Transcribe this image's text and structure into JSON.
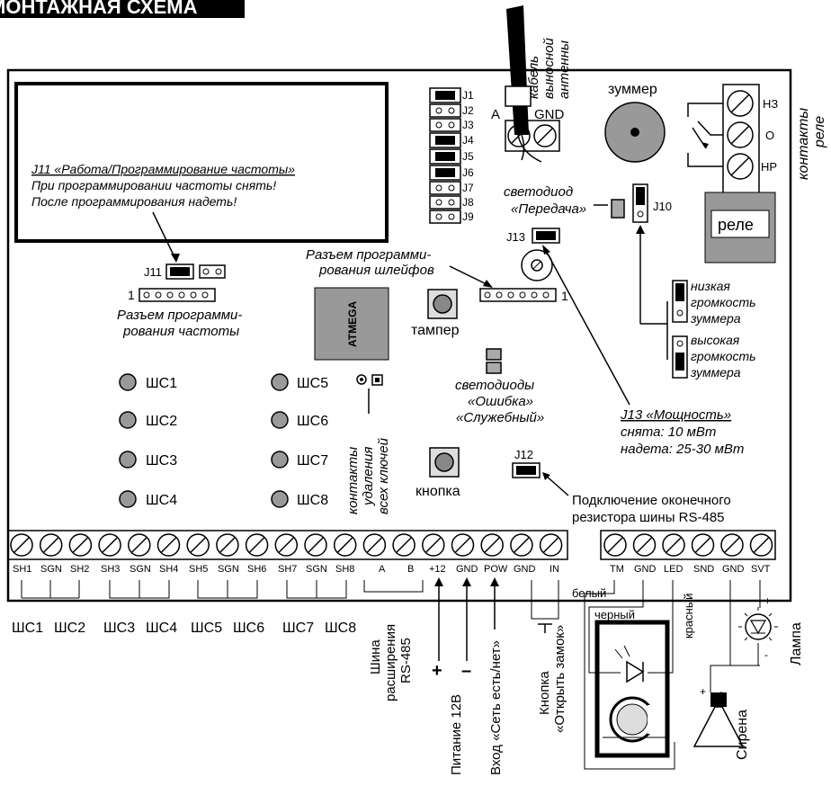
{
  "header": {
    "title": "МОНТАЖНАЯ СХЕМА"
  },
  "antenna": {
    "label": [
      "кабель",
      "выносной",
      "антенны"
    ],
    "pin_a": "A",
    "pin_gnd": "GND"
  },
  "jumpers_top": [
    "J1",
    "J2",
    "J3",
    "J4",
    "J5",
    "J6",
    "J7",
    "J8",
    "J9"
  ],
  "note_box": {
    "heading": "J11 «Работа/Программирование частоты»",
    "line1": "При программировании частоты снять!",
    "line2": "После программирования надеть!"
  },
  "buzzer": {
    "label": "зуммер"
  },
  "relay_contacts": {
    "nc": "НЗ",
    "com": "О",
    "no": "НР",
    "label": [
      "контакты",
      "реле"
    ]
  },
  "relay": {
    "label": "реле"
  },
  "led_tx": {
    "label1": "светодиод",
    "label2": "«Передача»"
  },
  "j10": "J10",
  "j11": "J11",
  "j12": "J12",
  "j13": "J13",
  "prog_loops": {
    "line1": "Разъем программи-",
    "line2": "рования шлейфов",
    "pin1": "1"
  },
  "prog_freq": {
    "line1": "Разъем программи-",
    "line2": "рования частоты",
    "pin1": "1"
  },
  "chip": {
    "label": "ATMEGA"
  },
  "tamper": {
    "label": "тампер"
  },
  "button": {
    "label": "кнопка"
  },
  "volume": {
    "low": [
      "низкая",
      "громкость",
      "зуммера"
    ],
    "high": [
      "высокая",
      "громкость",
      "зуммера"
    ]
  },
  "leds_status": {
    "line1": "светодиоды",
    "line2": "«Ошибка»",
    "line3": "«Служебный»"
  },
  "j13_note": {
    "heading": "J13 «Мощность»",
    "off": "снята: 10 мВт",
    "on": "надета: 25-30 мВт"
  },
  "loops_left": [
    "ШС1",
    "ШС2",
    "ШС3",
    "ШС4"
  ],
  "loops_right": [
    "ШС5",
    "ШС6",
    "ШС7",
    "ШС8"
  ],
  "reset_contacts": [
    "контакты",
    "удаления",
    "всех ключей"
  ],
  "rs485_term": {
    "line1": "Подключение оконечного",
    "line2": "резистора шины RS-485"
  },
  "terminals_main": [
    "SH1",
    "SGN",
    "SH2",
    "SH3",
    "SGN",
    "SH4",
    "SH5",
    "SGN",
    "SH6",
    "SH7",
    "SGN",
    "SH8",
    "A",
    "B",
    "+12",
    "GND",
    "POW",
    "GND",
    "IN"
  ],
  "terminals_right": [
    "TM",
    "GND",
    "LED",
    "SND",
    "GND",
    "SVT"
  ],
  "loop_pairs": [
    "ШС1",
    "ШС2",
    "ШС3",
    "ШС4",
    "ШС5",
    "ШС6",
    "ШС7",
    "ШС8"
  ],
  "bottom_labels": {
    "bus": [
      "Шина",
      "расширения",
      "RS-485"
    ],
    "power": "Питание 12В",
    "plus": "+",
    "minus": "–",
    "mains": "Вход «Сеть есть/нет»",
    "door_btn": [
      "Кнопка",
      "«Открыть замок»"
    ],
    "white": "белый",
    "black": "черный",
    "red": "красный",
    "siren": "Сирена",
    "lamp": "Лампа",
    "siren_plus": "+",
    "siren_minus": "-",
    "lamp_plus": "+",
    "lamp_minus": "-"
  }
}
